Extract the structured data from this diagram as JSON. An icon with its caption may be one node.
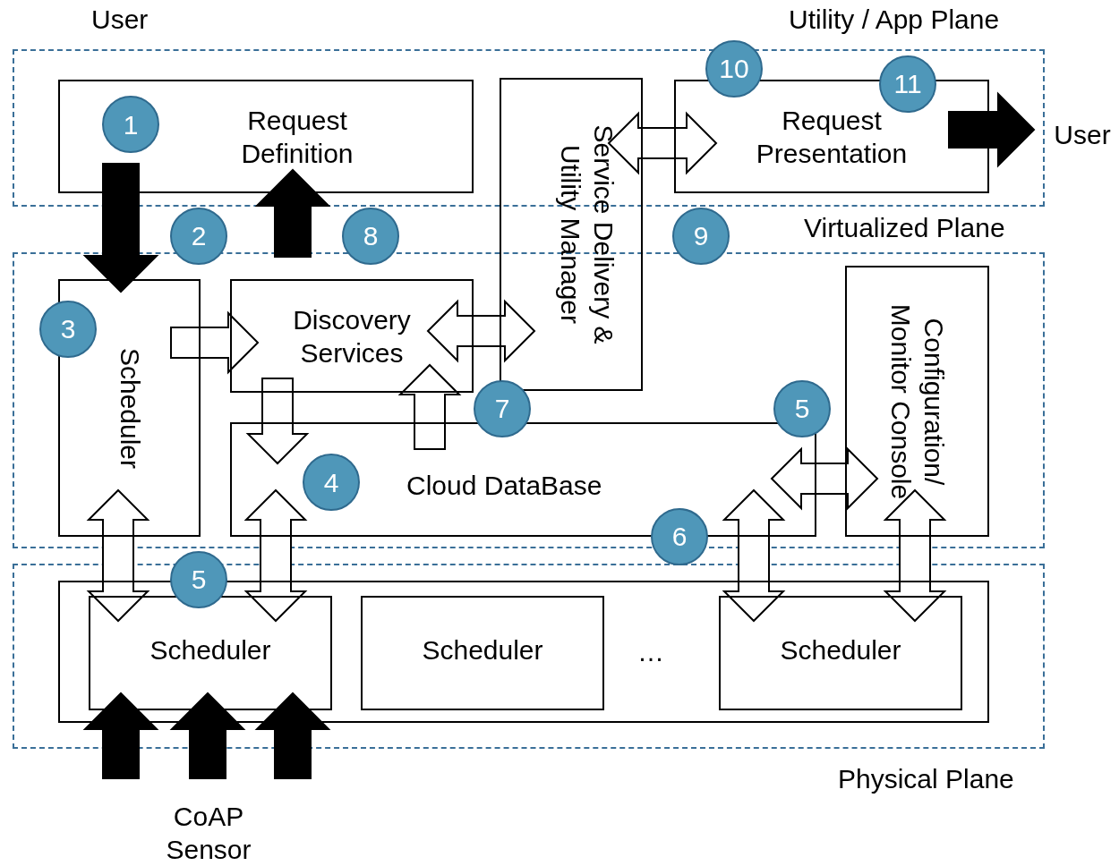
{
  "diagram": {
    "nodes": [
      {
        "text": [
          "Utility / App Plane"
        ]
      },
      {
        "text": [
          "Request Definition"
        ],
        "in": 0
      },
      {
        "text": [
          "1"
        ],
        "in": 1
      },
      {
        "text": [
          "Service Delivery & Utility Manager"
        ]
      },
      {
        "text": [
          "Request Presentation"
        ],
        "in": 0
      },
      {
        "text": [
          "10"
        ]
      },
      {
        "text": [
          "11"
        ],
        "in": 0
      },
      {
        "text": [
          "Virtualized Plane"
        ]
      },
      {
        "text": [
          "Scheduler"
        ],
        "in": 7
      },
      {
        "text": [
          "3"
        ],
        "in": 7
      },
      {
        "text": [
          "Discovery Services"
        ],
        "in": 7
      },
      {
        "text": [
          "Cloud DataBase"
        ],
        "in": 7
      },
      {
        "text": [
          "4"
        ],
        "in": 11
      },
      {
        "text": [
          "Configuration/ Monitor Console"
        ],
        "in": 7
      },
      {
        "text": [
          "7"
        ],
        "in": 7
      },
      {
        "text": [
          "5"
        ],
        "in": 7
      },
      {
        "text": [
          "6"
        ]
      },
      {
        "text": [
          "2"
        ]
      },
      {
        "text": [
          "8"
        ]
      },
      {
        "text": [
          "9"
        ]
      },
      {
        "text": [
          "Physical Plane"
        ]
      },
      {
        "text": [],
        "shape": "box",
        "in": 20
      },
      {
        "text": [
          "Scheduler"
        ],
        "in": 21
      },
      {
        "text": [
          "Scheduler"
        ],
        "in": 21
      },
      {
        "text": [
          "Scheduler"
        ],
        "in": 21
      },
      {
        "text": [
          "5"
        ]
      },
      {
        "text": [
          "User"
        ]
      },
      {
        "text": [
          "CoAP Sensor"
        ]
      }
    ],
    "edges": [
      {
        "from": 1,
        "to": 8,
        "arrow": "to",
        "color": "#000000"
      },
      {
        "from": 10,
        "to": 1,
        "arrow": "to",
        "color": "#000000"
      },
      {
        "from": 8,
        "to": 10,
        "arrow": "to"
      },
      {
        "from": 10,
        "to": 3,
        "arrow": "both"
      },
      {
        "from": 3,
        "to": 4,
        "arrow": "both"
      },
      {
        "from": 4,
        "to": 26,
        "arrow": "to",
        "color": "#000000"
      },
      {
        "from": 10,
        "to": 11,
        "arrow": "to"
      },
      {
        "from": 11,
        "to": 10,
        "arrow": "to"
      },
      {
        "from": 11,
        "to": 13,
        "arrow": "both"
      },
      {
        "from": 8,
        "to": 22,
        "arrow": "both"
      },
      {
        "from": 11,
        "to": 22,
        "arrow": "both"
      },
      {
        "from": 11,
        "to": 24,
        "arrow": "both"
      },
      {
        "from": 13,
        "to": 24,
        "arrow": "both"
      },
      {
        "from": null,
        "to": 22,
        "arrow": "to",
        "color": "#000000"
      },
      {
        "from": 27,
        "to": 22,
        "arrow": "to",
        "color": "#000000"
      },
      {
        "from": null,
        "to": 22,
        "arrow": "to",
        "color": "#000000"
      }
    ],
    "labels": [
      "User",
      "…"
    ]
  }
}
